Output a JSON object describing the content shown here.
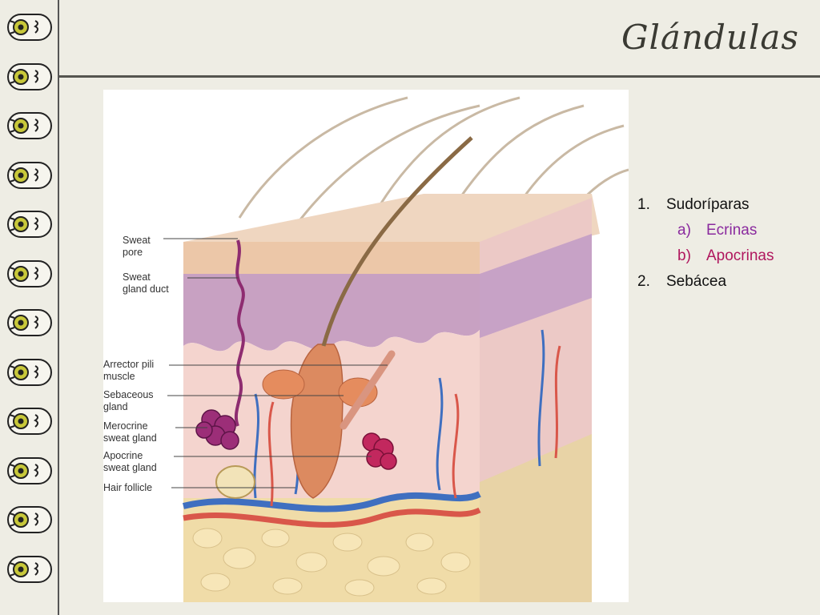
{
  "slide": {
    "title": "Glándulas"
  },
  "figure": {
    "labels": {
      "sweat_pore": [
        "Sweat",
        "pore"
      ],
      "sweat_gland_duct": [
        "Sweat",
        "gland duct"
      ],
      "arrector_pili": [
        "Arrector pili",
        "muscle"
      ],
      "sebaceous": [
        "Sebaceous",
        "gland"
      ],
      "merocrine": [
        "Merocrine",
        "sweat gland"
      ],
      "apocrine": [
        "Apocrine",
        "sweat gland"
      ],
      "hair_follicle": [
        "Hair follicle"
      ]
    }
  },
  "list": [
    {
      "marker": "1.",
      "text": "Sudoríparas"
    },
    {
      "marker": "a)",
      "text": "Ecrinas",
      "color": "#8a2a9e"
    },
    {
      "marker": "b)",
      "text": "Apocrinas",
      "color": "#b0175e"
    },
    {
      "marker": "2.",
      "text": "Sebácea"
    }
  ],
  "decor": {
    "strip_icon": "owl-face-icon",
    "strip_icon_count": 12
  }
}
